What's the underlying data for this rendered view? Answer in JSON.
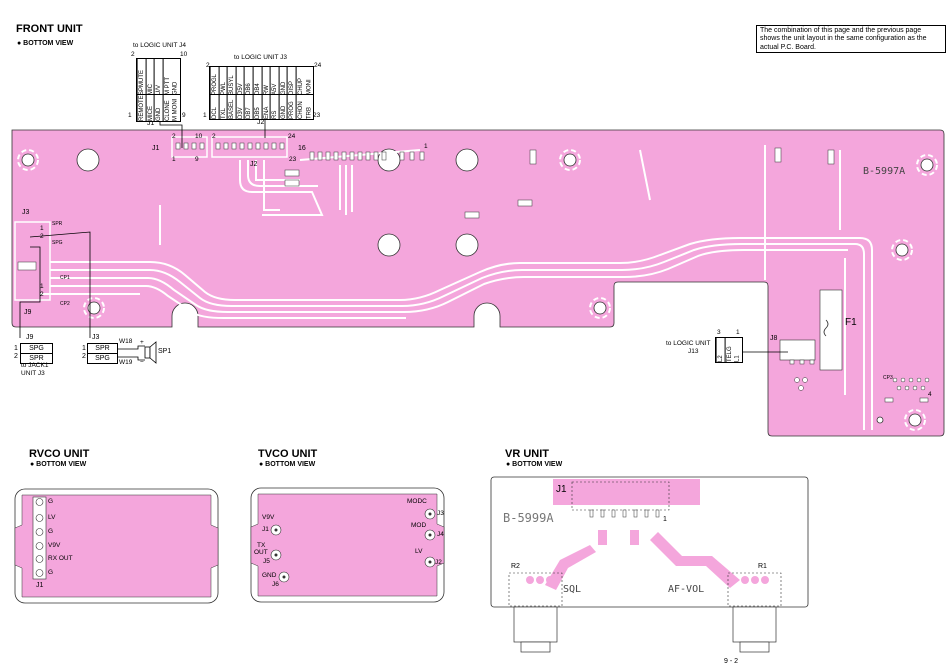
{
  "front": {
    "title": "FRONT UNIT",
    "view": "● BOTTOM  VIEW",
    "board_id": "B-5997A",
    "note": "The combination of this page and the previous page shows the unit layout in the same configuration as the actual P.C. Board.",
    "j4": {
      "to": "to LOGIC UNIT J4",
      "pin_tl": "2",
      "pin_tr": "10",
      "pin_bl": "1",
      "pin_br": "9",
      "label": "J1",
      "pins": [
        "REMOTE",
        "MICE",
        "GND",
        "CLONE",
        "M MONI",
        "SPMUTE",
        "MIC",
        "U/V",
        "M PTT",
        "GND"
      ]
    },
    "j3": {
      "to": "to LOGIC UNIT J3",
      "pin_tl": "2",
      "pin_tr": "24",
      "pin_bl": "1",
      "pin_br": "23",
      "label": "J2",
      "pins": [
        "DCL",
        "TXL",
        "BASEL",
        "D3V",
        "DB7",
        "DB5",
        "ENA",
        "RS",
        "GND",
        "PROG",
        "CHON",
        "TRB",
        "PROGL",
        "PWL",
        "BUSYL",
        "D5V",
        "DB6",
        "DB4",
        "RW",
        "A5V",
        "GND",
        "DISP",
        "CHUP",
        "MONI"
      ]
    },
    "board_labels": {
      "j1": "J1",
      "j2": "J2",
      "j3": "J3",
      "j9": "J9",
      "j8": "J8",
      "f1": "F1",
      "spr": "SPR",
      "spg": "SPG",
      "cp1": "CP1",
      "cp2": "CP2",
      "cp3": "CP3",
      "p2": "2",
      "p10": "10",
      "p1": "1",
      "p9": "9",
      "p24": "24",
      "p16": "16",
      "p23": "23",
      "p1b": "1",
      "p12": "1",
      "p22": "2",
      "p1c": "1",
      "p2c": "2",
      "p4": "4"
    },
    "j9": {
      "label": "J9",
      "pins": [
        "SPG",
        "SPR"
      ],
      "nums": [
        "1",
        "2"
      ],
      "to1": "to JACK1",
      "to2": "UNIT J3"
    },
    "sp": {
      "label": "J3",
      "pins": [
        "SPR",
        "SPG"
      ],
      "nums": [
        "1",
        "2"
      ],
      "w18": "W18",
      "w19": "W19",
      "sp1": "SP1",
      "plus": "+",
      "minus": "−"
    },
    "j13": {
      "to1": "to LOGIC UNIT",
      "to2": "J13",
      "pins": [
        "L2",
        "TELG",
        "L1"
      ],
      "n3": "3",
      "n1": "1"
    }
  },
  "rvco": {
    "title": "RVCO UNIT",
    "view": "● BOTTOM VIEW",
    "labels": [
      "G",
      "LV",
      "G",
      "V9V",
      "RX  OUT",
      "G"
    ],
    "j1": "J1"
  },
  "tvco": {
    "title": "TVCO UNIT",
    "view": "● BOTTOM VIEW",
    "left": [
      "V9V",
      "J1",
      "TX",
      "OUT",
      "J5",
      "GND",
      "J6"
    ],
    "right": [
      "MODC",
      "J3",
      "MOD",
      "J4",
      "LV",
      "J2"
    ]
  },
  "vr": {
    "title": "VR UNIT",
    "view": "● BOTTOM VIEW",
    "board_id": "B-5999A",
    "j1": "J1",
    "one": "1",
    "r1": "R1",
    "r2": "R2",
    "sql": "SQL",
    "afvol": "AF-VOL"
  },
  "page": "9 - 2",
  "colors": {
    "board": "#f4a6dc",
    "trace": "#ffffff"
  }
}
